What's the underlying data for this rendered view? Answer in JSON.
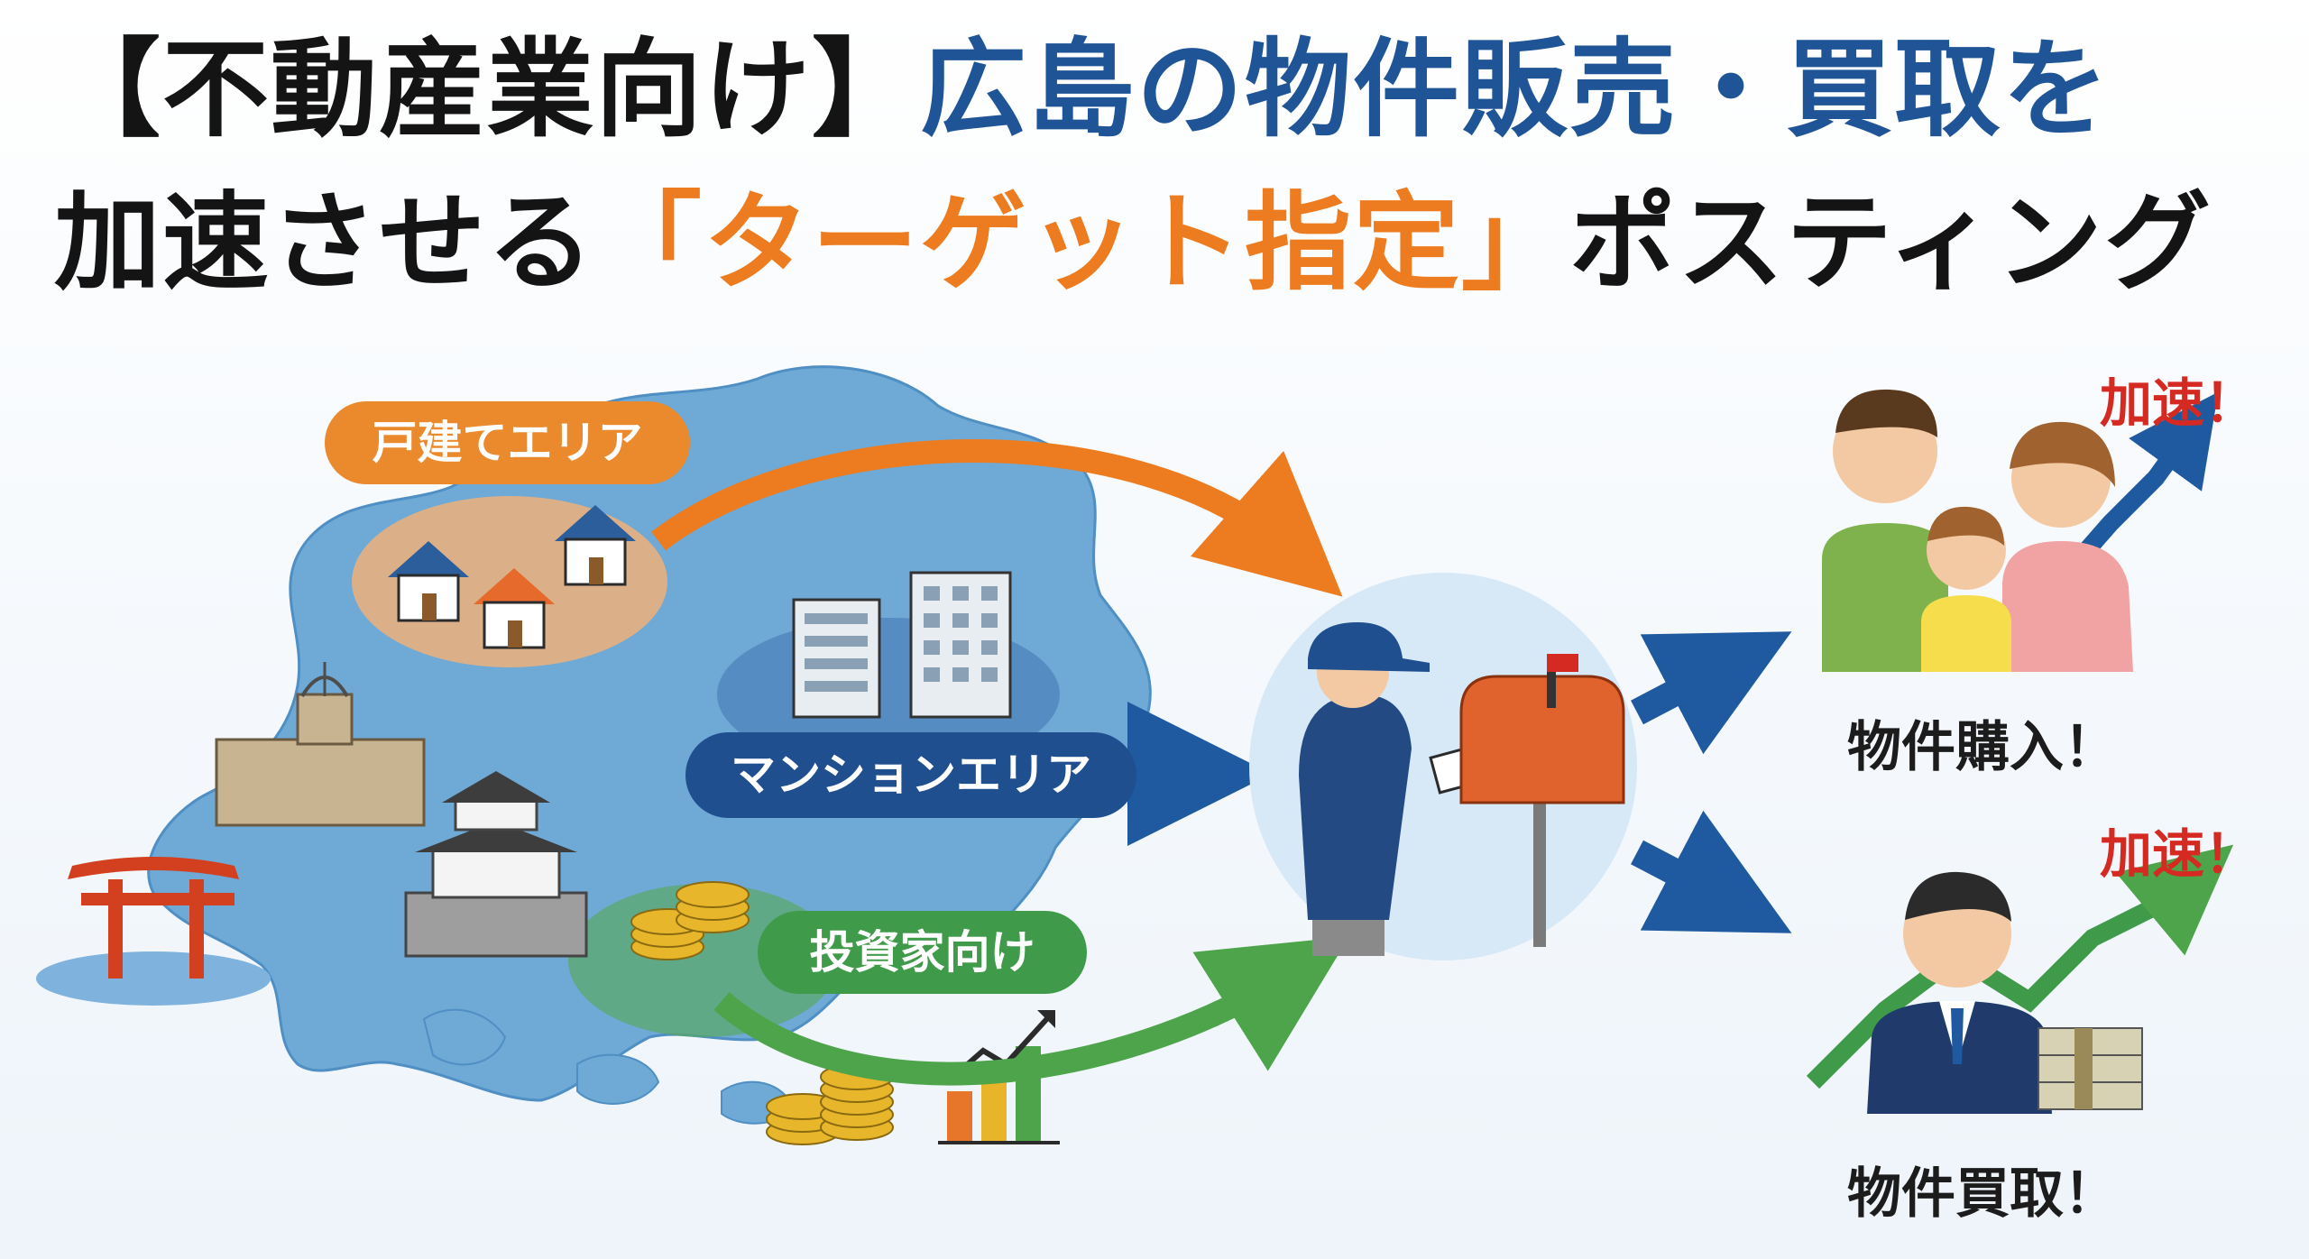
{
  "title": {
    "line1_a": "【不動産業向け】",
    "line1_b": "広島の物件販売・買取を",
    "line2_a": "加速させる",
    "line2_b": "「ターゲット指定」",
    "line2_c": "ポスティング"
  },
  "areas": {
    "kodate": "戸建てエリア",
    "mansion": "マンションエリア",
    "toushi": "投資家向け"
  },
  "outcomes": {
    "buy_label": "物件購入！",
    "kaitori_label": "物件買取！",
    "accel_1": "加速！",
    "accel_2": "加速！"
  },
  "colors": {
    "blue": "#1f5496",
    "orange": "#ec7c1f",
    "green": "#3f9a49",
    "map": "#6fa9d6"
  }
}
